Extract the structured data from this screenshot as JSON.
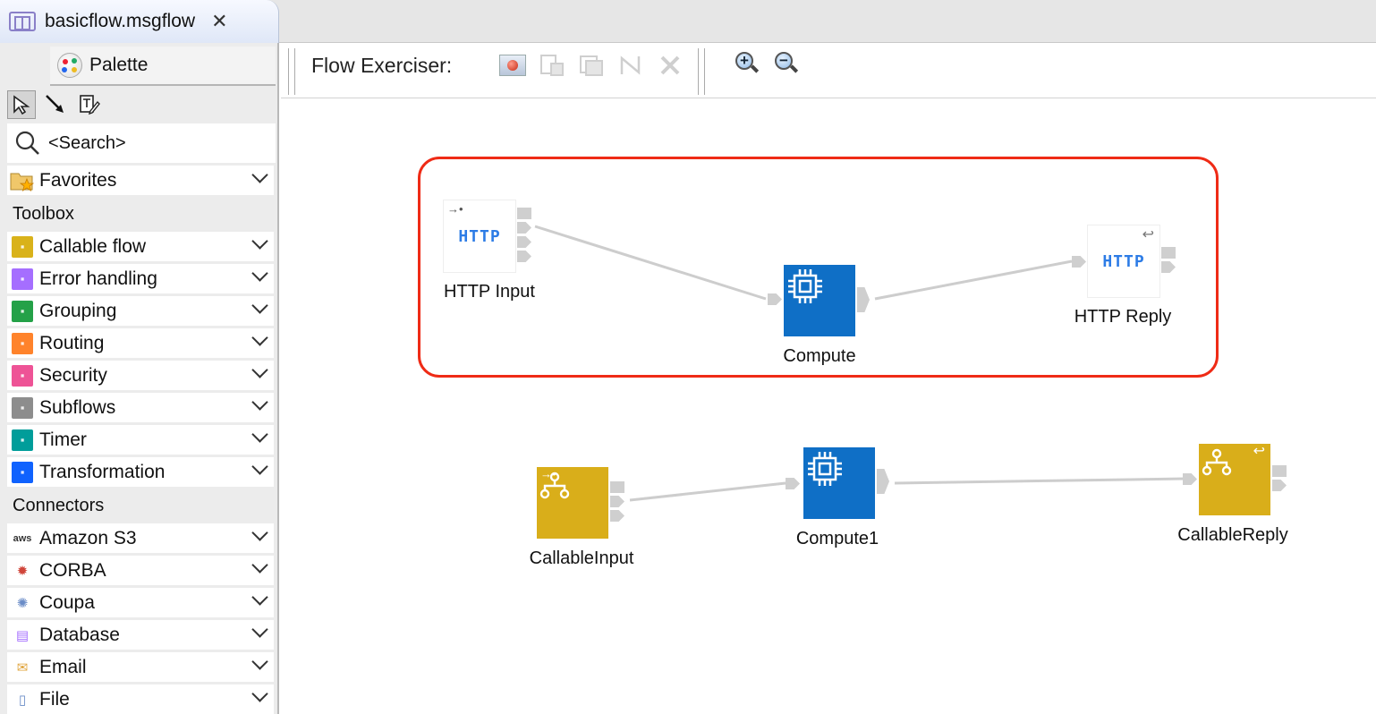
{
  "tab": {
    "title": "basicflow.msgflow",
    "close_glyph": "✕",
    "icon": "message-flow-icon"
  },
  "palette": {
    "title": "Palette",
    "search_label": "<Search>",
    "favorites": {
      "label": "Favorites",
      "icon": "favorites-folder-icon"
    },
    "toolbox_heading": "Toolbox",
    "toolbox": [
      {
        "label": "Callable flow",
        "icon": "callable-flow-icon",
        "color": "#d9b21a"
      },
      {
        "label": "Error handling",
        "icon": "error-handling-icon",
        "color": "#a56eff"
      },
      {
        "label": "Grouping",
        "icon": "grouping-icon",
        "color": "#24a148"
      },
      {
        "label": "Routing",
        "icon": "routing-icon",
        "color": "#ff832b"
      },
      {
        "label": "Security",
        "icon": "security-icon",
        "color": "#ee5396"
      },
      {
        "label": "Subflows",
        "icon": "subflows-icon",
        "color": "#8d8d8d"
      },
      {
        "label": "Timer",
        "icon": "timer-icon",
        "color": "#009d9a"
      },
      {
        "label": "Transformation",
        "icon": "transformation-icon",
        "color": "#0f62fe"
      }
    ],
    "connectors_heading": "Connectors",
    "connectors": [
      {
        "label": "Amazon S3",
        "icon": "aws-icon"
      },
      {
        "label": "CORBA",
        "icon": "corba-icon"
      },
      {
        "label": "Coupa",
        "icon": "coupa-icon"
      },
      {
        "label": "Database",
        "icon": "database-icon"
      },
      {
        "label": "Email",
        "icon": "email-icon"
      },
      {
        "label": "File",
        "icon": "file-icon"
      }
    ]
  },
  "toolbar": {
    "flow_exerciser_label": "Flow Exerciser:",
    "zoom_in": "+",
    "zoom_out": "−"
  },
  "flow": {
    "nodes": [
      {
        "id": "http-input",
        "label": "HTTP Input",
        "type": "HTTP",
        "color": "#ffffff"
      },
      {
        "id": "compute",
        "label": "Compute",
        "type": "compute",
        "color": "#0f6fc6"
      },
      {
        "id": "http-reply",
        "label": "HTTP Reply",
        "type": "HTTP",
        "color": "#ffffff"
      },
      {
        "id": "callable-input",
        "label": "CallableInput",
        "type": "callable",
        "color": "#d9ae1a"
      },
      {
        "id": "compute1",
        "label": "Compute1",
        "type": "compute",
        "color": "#0f6fc6"
      },
      {
        "id": "callable-reply",
        "label": "CallableReply",
        "type": "callable",
        "color": "#d9ae1a"
      }
    ],
    "http_text": "HTTP",
    "highlight_color": "#ef2b16"
  }
}
